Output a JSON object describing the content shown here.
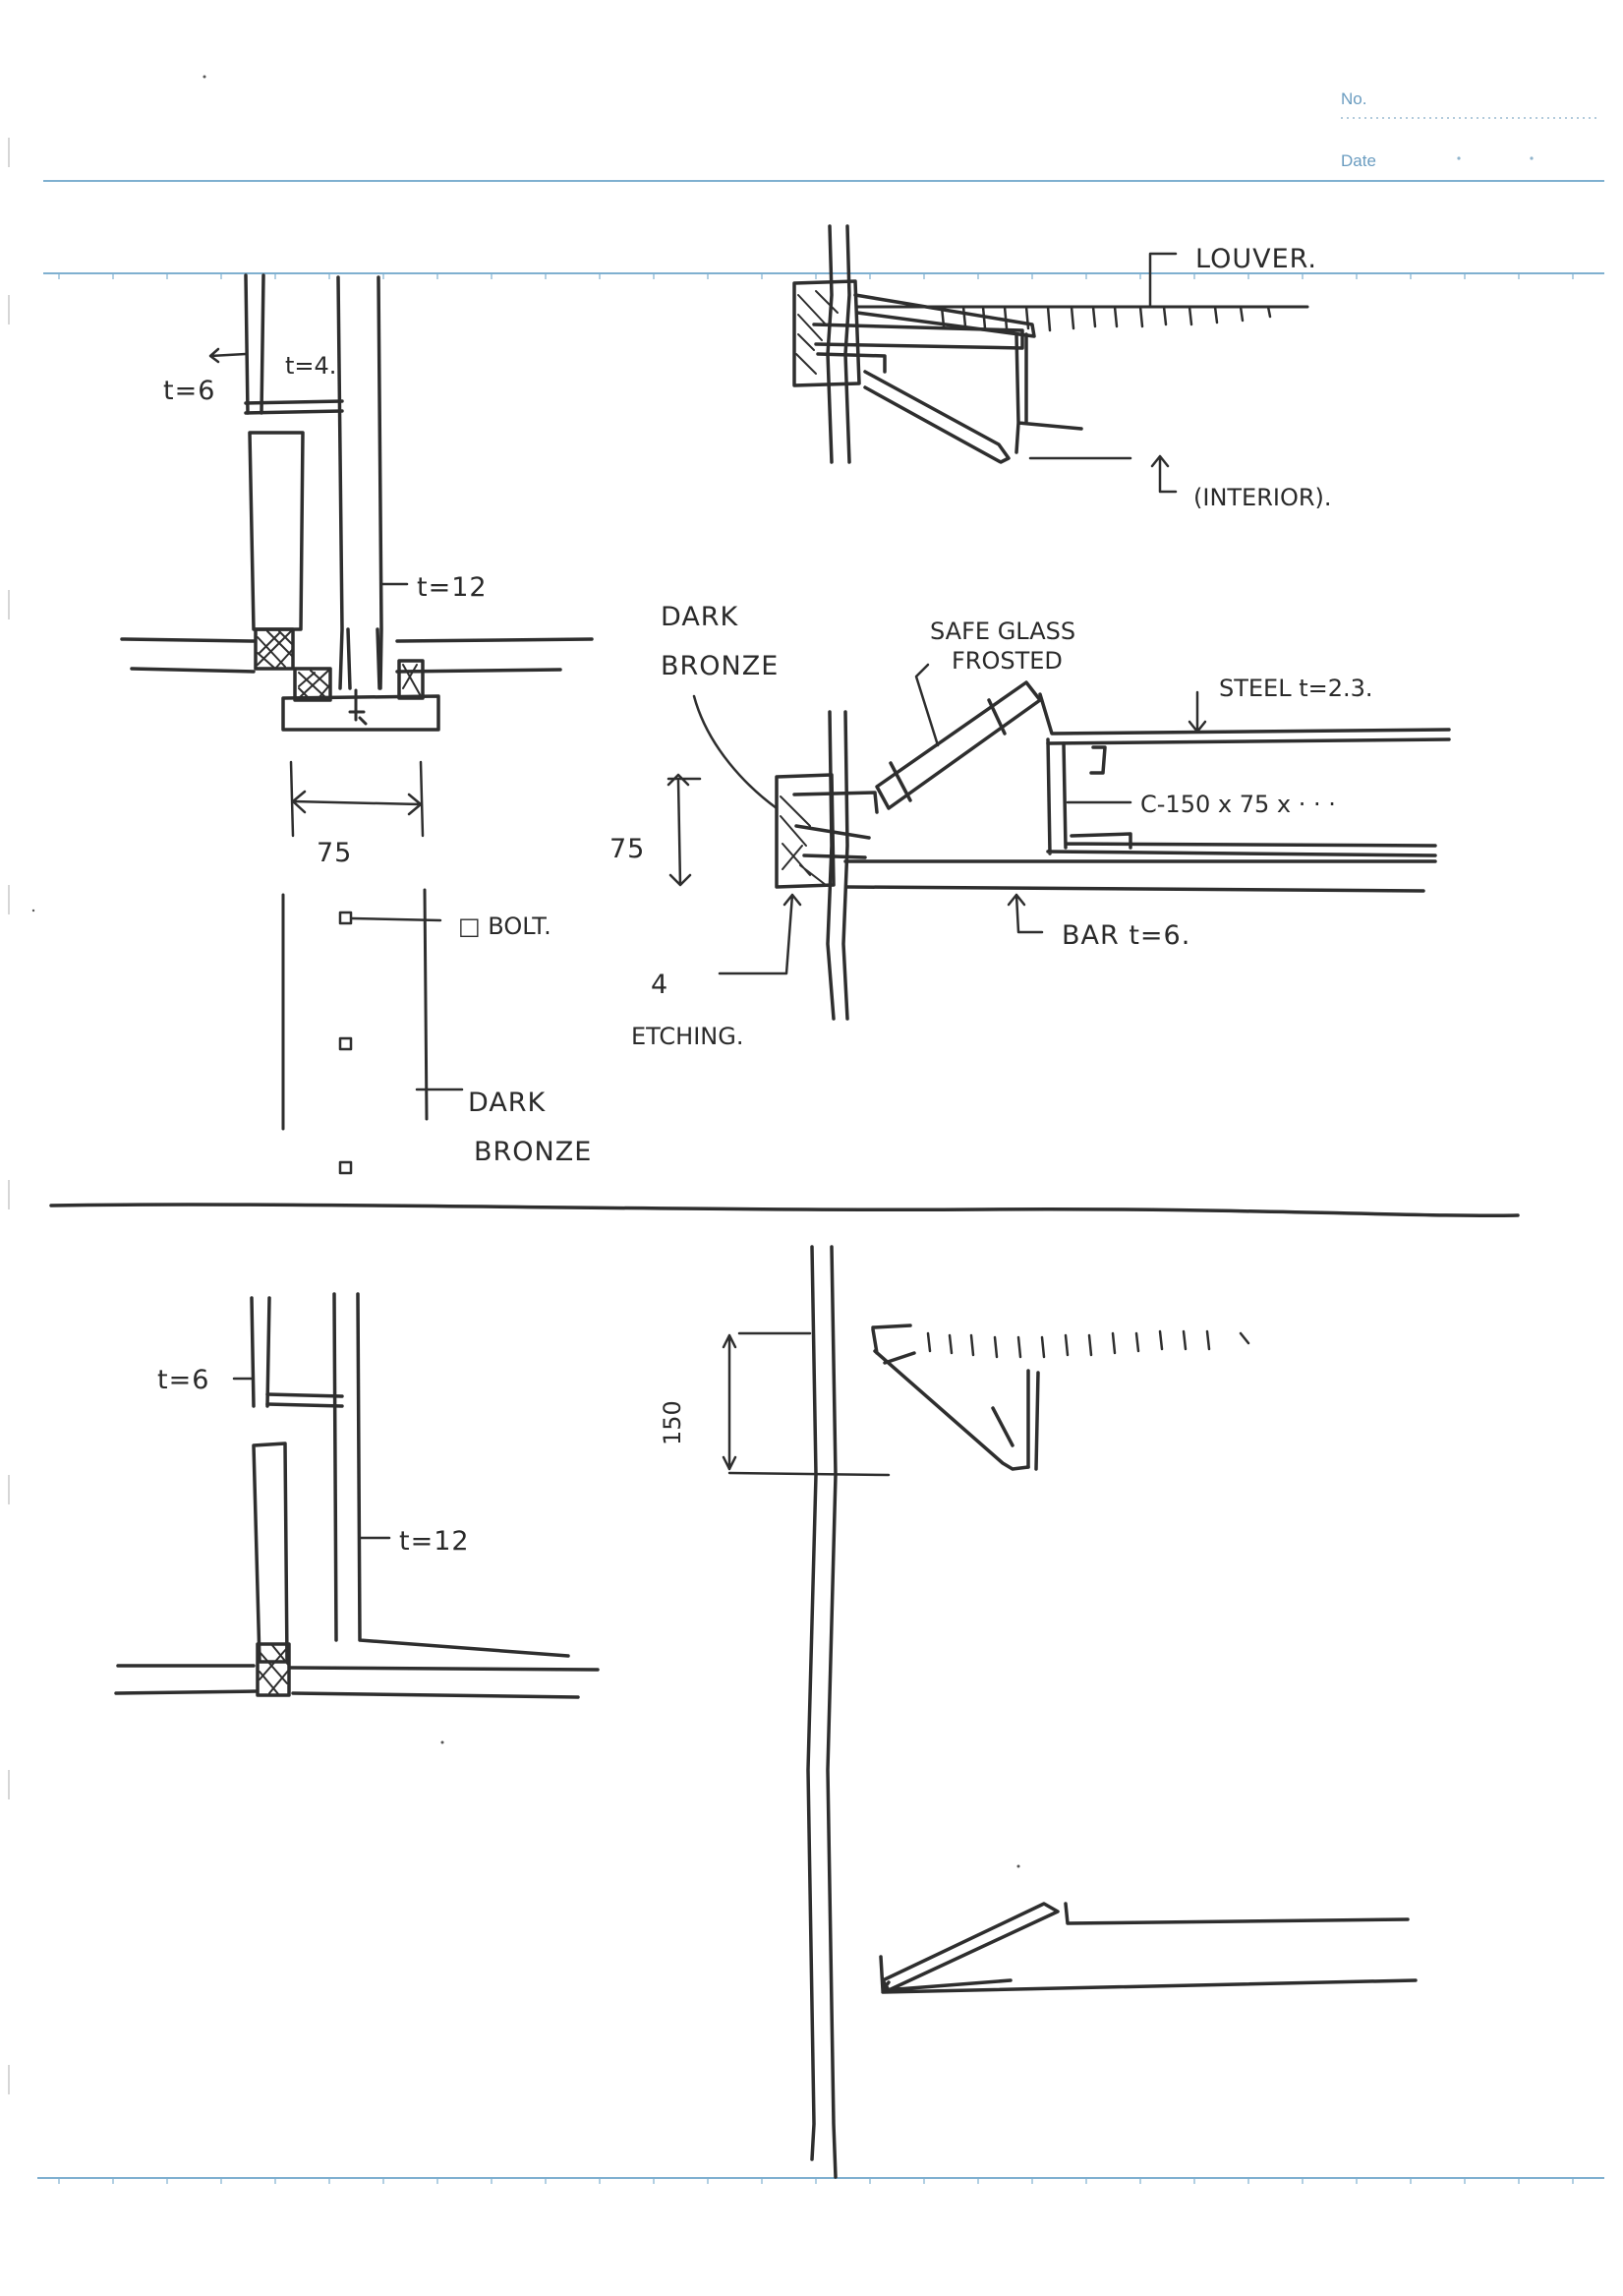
{
  "colors": {
    "ink": "#2e2e2e",
    "rule": "#7fb0d0",
    "header_text": "#6a9cc0",
    "paper": "#ffffff"
  },
  "header": {
    "no_label": "No.",
    "date_label": "Date"
  },
  "sketch": {
    "top_left": {
      "t_outer": "t=6",
      "t_inner": "t=4.",
      "t_plate": "t=12",
      "dim_75": "75",
      "bolt": "□ BOLT.",
      "finish_1": "DARK",
      "finish_2": "BRONZE"
    },
    "top_right": {
      "louver": "LOUVER.",
      "interior": "(INTERIOR).",
      "finish_1": "DARK",
      "finish_2": "BRONZE",
      "glass_1": "SAFE GLASS",
      "glass_2": "FROSTED",
      "steel": "STEEL t=2.3.",
      "channel": "C-150 x 75 x · · ·",
      "dim_75": "75",
      "bar": "BAR t=6.",
      "etching_1": "4",
      "etching_2": "ETCHING."
    },
    "bottom_left": {
      "t_outer": "t=6",
      "t_plate": "t=12"
    },
    "bottom_right": {
      "dim_150": "150"
    }
  }
}
